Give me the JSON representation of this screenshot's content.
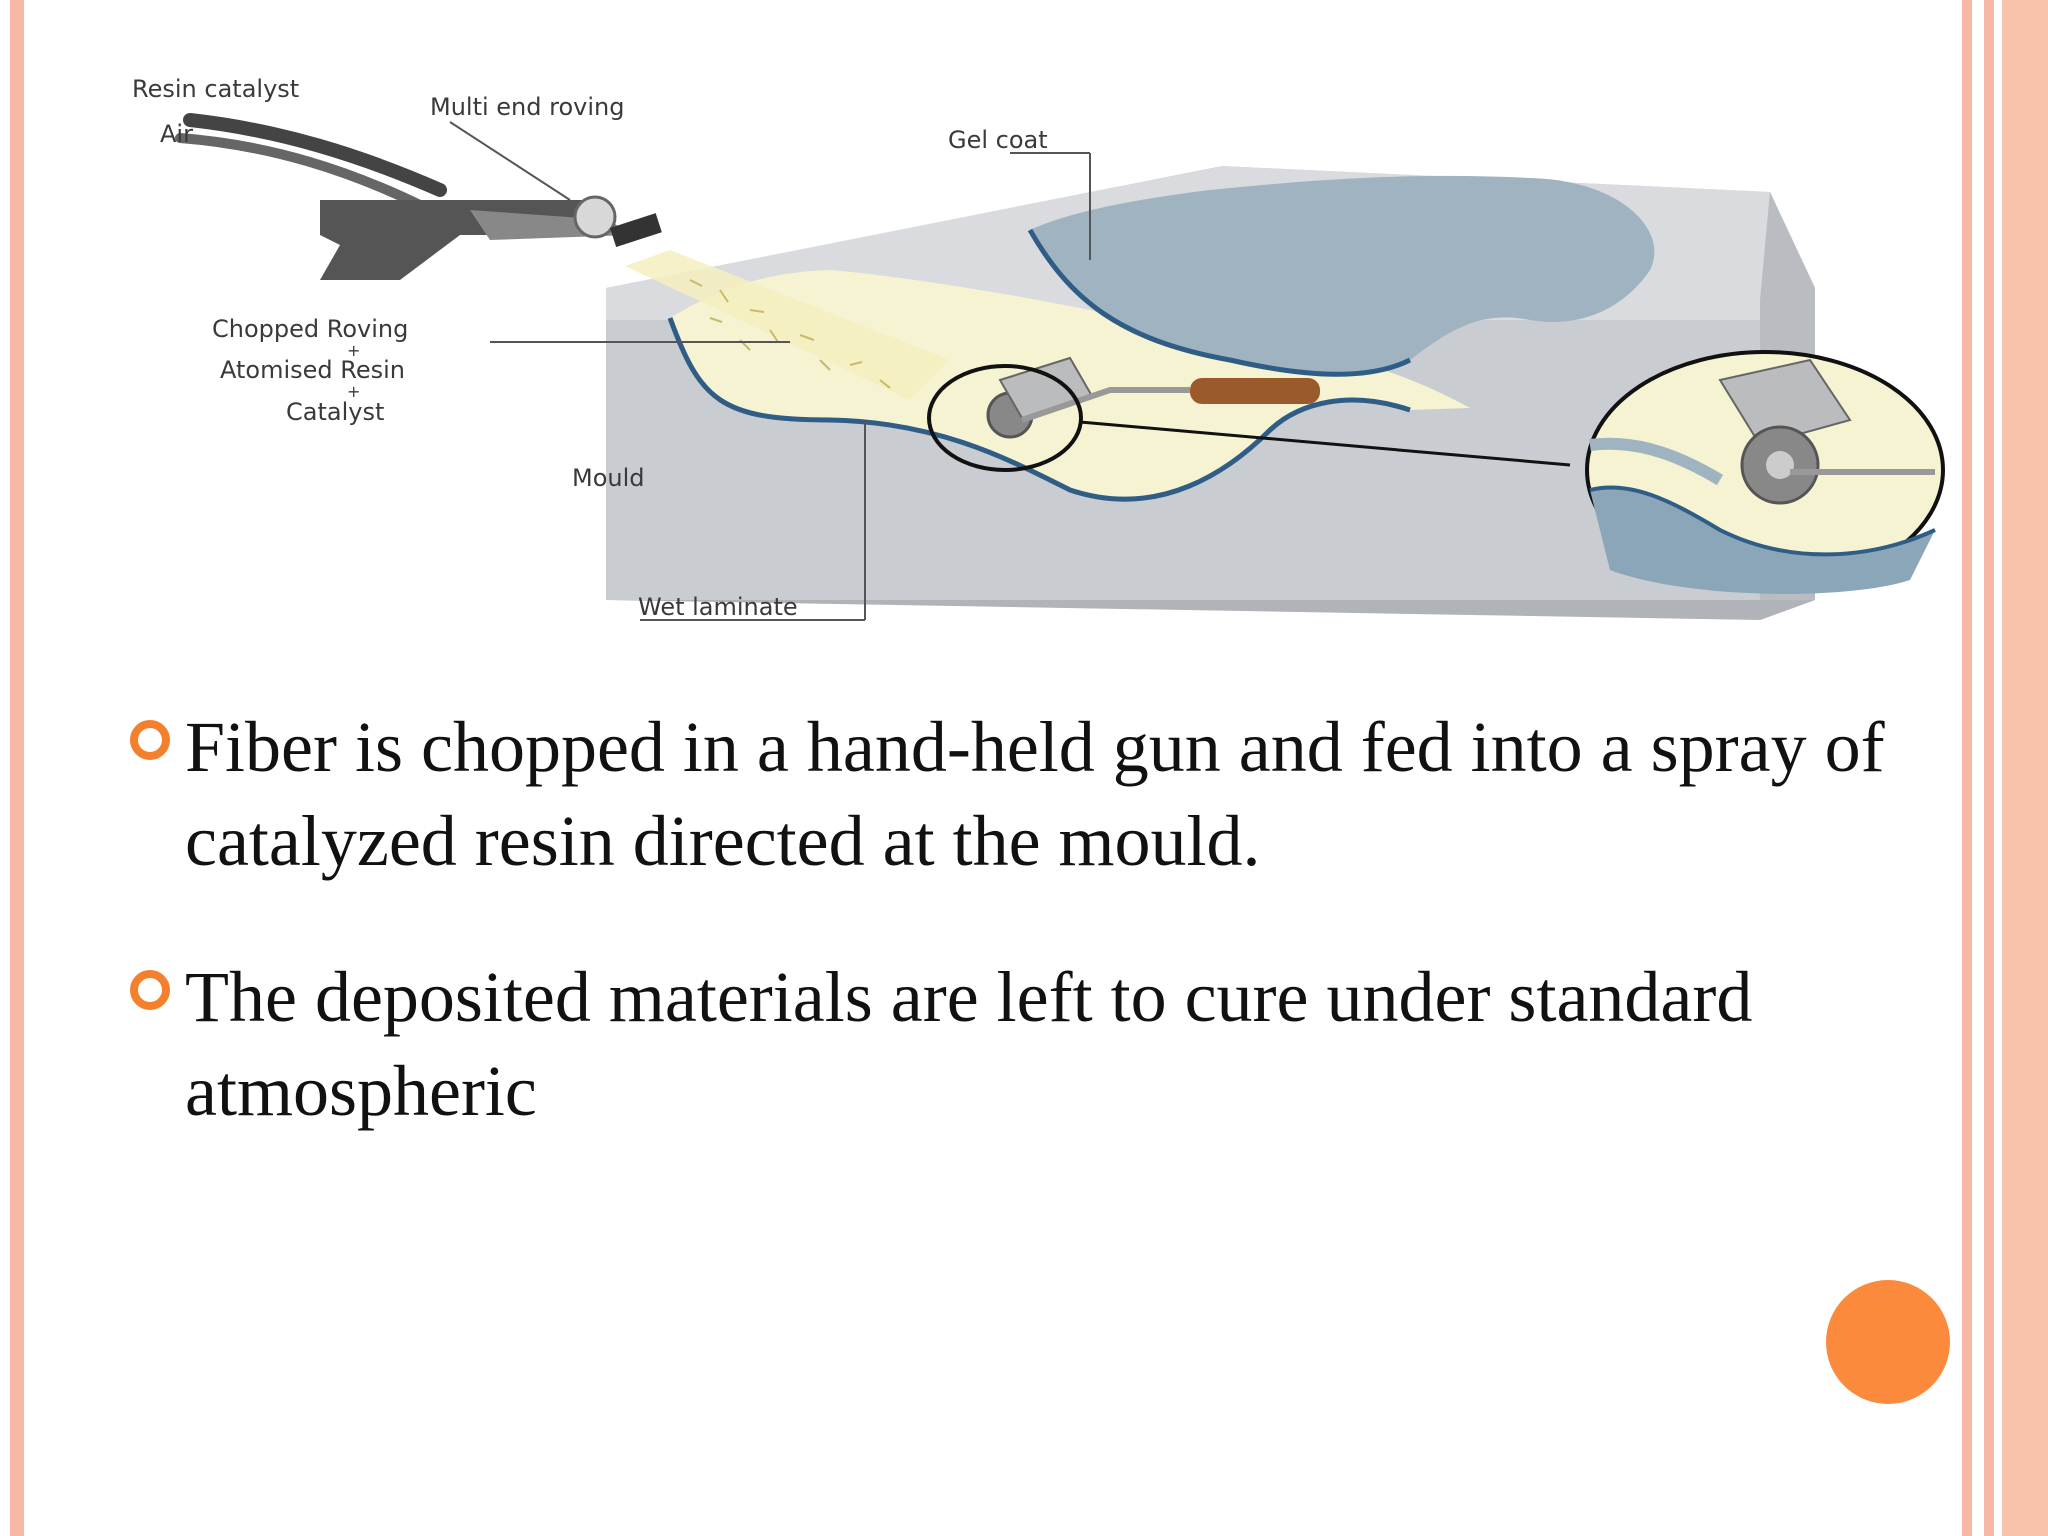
{
  "diagram": {
    "labels": {
      "resin_catalyst": "Resin catalyst",
      "air": "Air",
      "multi_end_roving": "Multi end roving",
      "gel_coat": "Gel coat",
      "chopped_roving": "Chopped Roving",
      "plus_1": "+",
      "atomised_resin": "Atomised Resin",
      "plus_2": "+",
      "catalyst": "Catalyst",
      "mould": "Mould",
      "wet_laminate": "Wet laminate"
    }
  },
  "bullets": [
    {
      "text": "Fiber is chopped in a hand-held gun and fed into a spray of catalyzed resin directed at the mould."
    },
    {
      "text": "The deposited materials are left to cure under standard atmospheric"
    }
  ],
  "colors": {
    "border": "#f7b9a5",
    "accent": "#fb8a3c",
    "bullet_marker": "#f47f2d",
    "mould": "#c9cdd1",
    "gel_coat": "#9fb4c0",
    "laminate": "#f5f3d2",
    "handle": "#9a5a2c"
  },
  "icons": [
    "spray-gun-icon",
    "roller-icon",
    "magnifier-icon",
    "bullet-ring-icon"
  ]
}
